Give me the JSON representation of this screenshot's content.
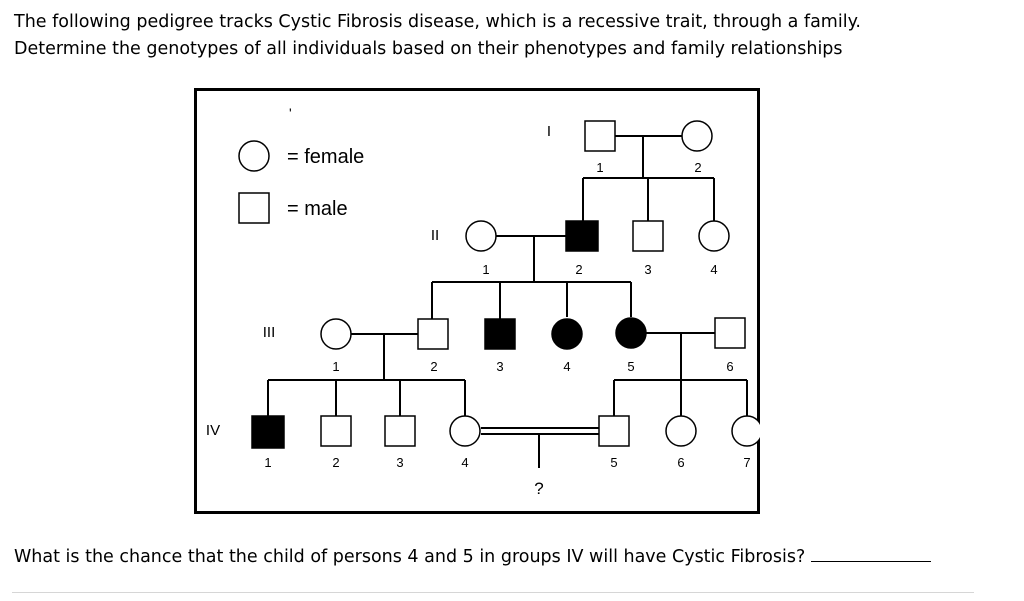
{
  "intro": {
    "line1": "The following pedigree tracks Cystic Fibrosis disease, which is a recessive trait, through a family.",
    "line2": "Determine the genotypes of all individuals based on their phenotypes and family relationships"
  },
  "legend": {
    "female": "= female",
    "male": "= male"
  },
  "generations": [
    "I",
    "II",
    "III",
    "IV"
  ],
  "individuals": {
    "I1": "1",
    "I2": "2",
    "II1": "1",
    "II2": "2",
    "II3": "3",
    "II4": "4",
    "III1": "1",
    "III2": "2",
    "III3": "3",
    "III4": "4",
    "III5": "5",
    "III6": "6",
    "IV1": "1",
    "IV2": "2",
    "IV3": "3",
    "IV4": "4",
    "IV5": "5",
    "IV6": "6",
    "IV7": "7"
  },
  "unknown_child": "?",
  "question": {
    "text": "What is the chance that the child of persons 4 and 5 in groups IV will have Cystic Fibrosis?"
  }
}
